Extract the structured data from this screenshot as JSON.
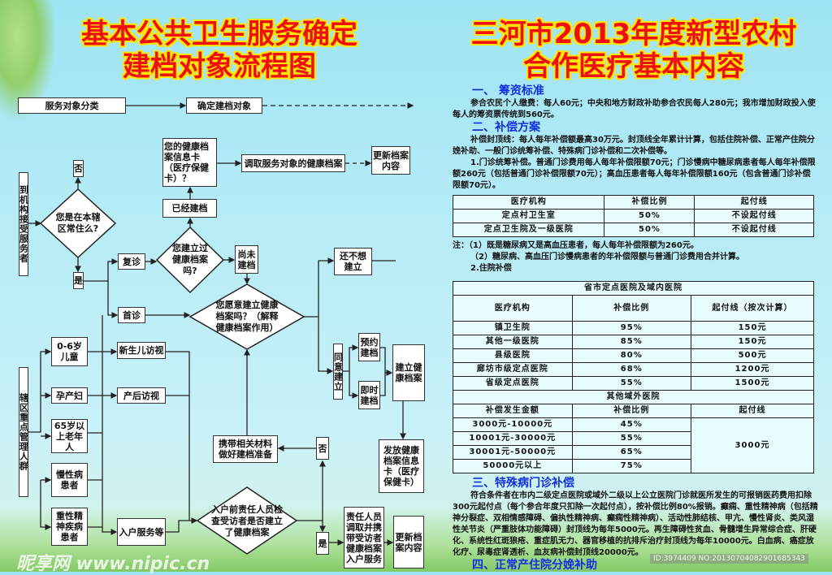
{
  "left_title": [
    "基本公共卫生服务确定",
    "建档对象流程图"
  ],
  "right_title": [
    "三河市2013年度新型农村",
    "合作医疗基本内容"
  ],
  "flow": {
    "classify": "服务对象分类",
    "confirm": "确定建档对象",
    "card_q": "您的健康档案信息卡（医疗保健卡）？",
    "fetch": "调取服务对象的健康档案",
    "update1": "更新档案内容",
    "no1": "否",
    "resident_q": "您是在本辖区常住么?",
    "visitor": "到机构接受服务者",
    "yes1": "是",
    "already": "已经建档",
    "built_q": "您建立过健康档案吗?",
    "revisit": "复诊",
    "not_built": "尚未建档",
    "not_want": "还不想建立",
    "willing_q": "您愿意建立健康档案吗？（解释健康档案作用）",
    "first": "首诊",
    "key_group": "辖区重点管理人群",
    "child": "0-6岁儿童",
    "pregnant": "孕产妇",
    "elderly": "65岁以上老年人",
    "chronic": "慢性病患者",
    "mental": "重性精神疾病患者",
    "newborn": "新生儿访视",
    "postpartum": "产后访视",
    "home": "入户服务等",
    "prepare": "携带相关材料做好建档准备",
    "no2": "否",
    "home_q": "入户前责任人员检查受访者是否建立了健康档案",
    "yes2": "是",
    "agree": "同意建立",
    "appoint": "预约建档",
    "instant": "即时建档",
    "build": "建立健康档案",
    "issue": "发放健康档案信息卡（医疗保健卡）",
    "staff": "责任人员调取并携带受访者健康档案入户服务",
    "update2": "更新档案内容"
  },
  "content": {
    "h1": "一、 筹资标准",
    "p1": "参合农民个人缴费：每人60元；中央和地方财政补助参合农民每人280元；我市增加财政投入使每人的筹资票传统到560元。",
    "h2": "二、补偿方案",
    "p2": "补偿封顶线：每人每年补偿额最高30万元。封顶线全年累计计算，包括住院补偿、正常产住院分娩补助、一般门诊统筹补偿、特殊病门诊补偿和二次补偿等。",
    "p3": "1.门诊统筹补偿。普通门诊费用每人每年补偿限额70元；门诊慢病中糖尿病患者每人每年补偿限额260元（包括普通门诊补偿限额70元）；高血压患者每人每年补偿限额160元（包含普通门诊补偿限额70元）。",
    "t1": {
      "headers": [
        "医疗机构",
        "补偿比例",
        "起付线"
      ],
      "rows": [
        [
          "定点村卫生室",
          "50%",
          "不设起付线"
        ],
        [
          "定点卫生院及一级医院",
          "50%",
          "不设起付线"
        ]
      ]
    },
    "note1": "注：（1）既是糖尿病又是高血压患者，每人每年补偿限额为260元。",
    "note2": "（2）糖尿病、高血压门诊慢病患者的年补偿限额与普通门诊费用合并计算。",
    "p4": "2.住院补偿",
    "t2": {
      "section1": "省市定点医院及域内医院",
      "headers": [
        "医疗机构",
        "补偿比例",
        "起付线（按次计算）"
      ],
      "rows": [
        [
          "镇卫生院",
          "95%",
          "150元"
        ],
        [
          "其他一级医院",
          "85%",
          "150元"
        ],
        [
          "县级医院",
          "80%",
          "500元"
        ],
        [
          "廊坊市级定点医院",
          "68%",
          "1200元"
        ],
        [
          "省级定点医院",
          "55%",
          "1500元"
        ]
      ],
      "section2": "其他域外医院",
      "headers2": [
        "补偿发生金额",
        "补偿比例",
        "起付线"
      ],
      "rows2": [
        [
          "3000元-10000元",
          "45%"
        ],
        [
          "10001元-30000元",
          "55%"
        ],
        [
          "30001元-50000元",
          "65%"
        ],
        [
          "50000元以上",
          "75%"
        ]
      ],
      "threshold2": "3000元"
    },
    "h3": "三、特殊病门诊补偿",
    "p5": "符合条件者在市内二级定点医院或域外二级以上公立医院门诊就医所发生的可报销医药费用扣除300元起付点（每个参合年度只扣除一次起付点），按补偿比例80%报销。癫痫、重性精神病（包括精神分裂症、双相情感障碍、偏执性精神病、癫痫性精神病）、活动性肺结核、甲亢、慢性肾炎、类风湿性关节炎（严重肢体功能障碍）封顶线为每年5000元。再生障碍性贫血、骨髓增生异常综合症、肝硬化、系统性红斑狼疮、重症肌无力、器官移植的抗排斥治疗封顶线为每年10000元。白血病、癌症放化疗、尿毒症肾透析、血友病补偿封顶线20000元。",
    "h4": "四、正常产住院分娩补助"
  },
  "watermark": "昵享网 www.nipic.cn",
  "watermark_id": "ID:3974409 NO:20130704082901685343"
}
